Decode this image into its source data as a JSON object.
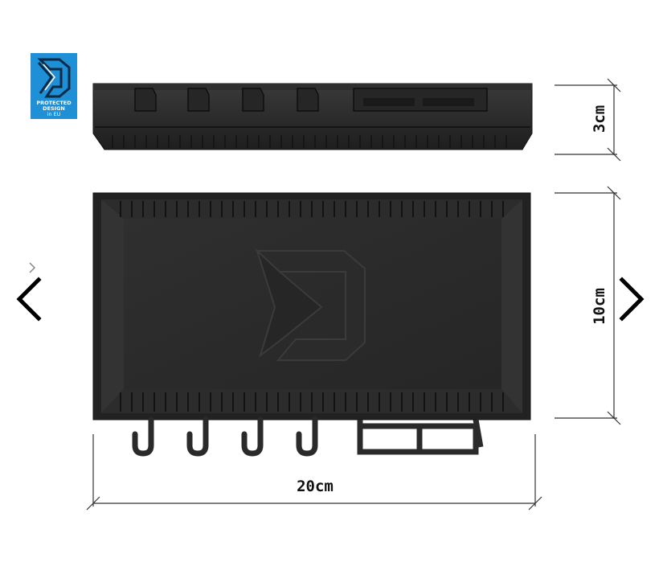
{
  "badge": {
    "line1": "PROTECTED",
    "line2": "DESIGN",
    "line3": "in EU"
  },
  "dimensions": {
    "height": "3cm",
    "depth": "10cm",
    "width": "20cm"
  },
  "navigation": {
    "prev_icon": "chevron-left-icon",
    "next_icon": "chevron-right-icon",
    "small_icon": "chevron-right-icon"
  },
  "colors": {
    "badge": "#1f8fd6",
    "product": "#2a2a2a"
  }
}
